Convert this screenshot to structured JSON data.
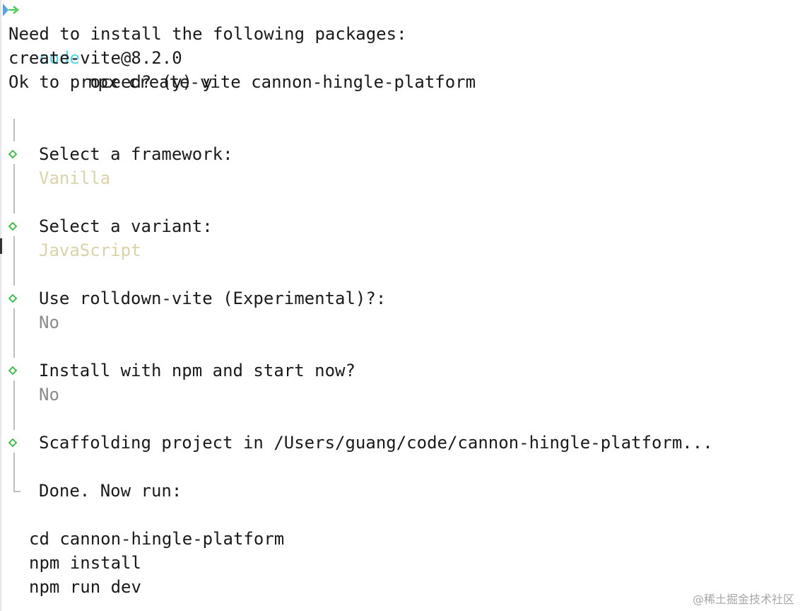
{
  "prompt": {
    "directory": "code",
    "command": "npx create-vite cannon-hingle-platform"
  },
  "install_notice": {
    "line1": "Need to install the following packages:",
    "package": "create-vite@8.2.0",
    "proceed": "Ok to proceed? (y) y"
  },
  "questions": [
    {
      "question": "Select a framework:",
      "answer": "Vanilla"
    },
    {
      "question": "Select a variant:",
      "answer": "JavaScript"
    },
    {
      "question": "Use rolldown-vite (Experimental)?:",
      "answer": "No"
    },
    {
      "question": "Install with npm and start now?",
      "answer": "No"
    }
  ],
  "scaffolding": "Scaffolding project in /Users/guang/code/cannon-hingle-platform...",
  "done": "Done. Now run:",
  "next_commands": [
    "cd cannon-hingle-platform",
    "npm install",
    "npm run dev"
  ],
  "colors": {
    "prompt_arrow": "#4fcf5d",
    "directory": "#4fd6e8",
    "answer_highlight": "#dad3a8",
    "answer_muted": "#8b8b8b",
    "diamond": "#2fbf3a",
    "guide_line": "#bdbdbd"
  },
  "watermark": "@稀土掘金技术社区"
}
